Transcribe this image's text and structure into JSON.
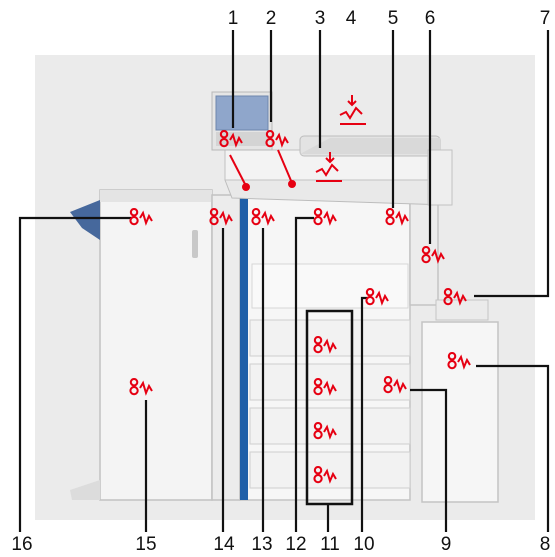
{
  "callouts": {
    "top": [
      "1",
      "2",
      "3",
      "4",
      "5",
      "6",
      "7"
    ],
    "right": [
      "8"
    ],
    "bottom": [
      "16",
      "15",
      "14",
      "13",
      "12",
      "11",
      "10",
      "9"
    ]
  },
  "colors": {
    "background_panel": "#ebebeb",
    "machine_body": "#f6f6f6",
    "machine_edge": "#c4c4c4",
    "accent_blue": "#1f5fa8",
    "jam_icon": "#e60012",
    "leader_line": "#111111",
    "highlight_box": "#111111"
  },
  "icons": {
    "paper_jam": "paper-jam-icon",
    "document_jam": "document-jam-icon"
  }
}
